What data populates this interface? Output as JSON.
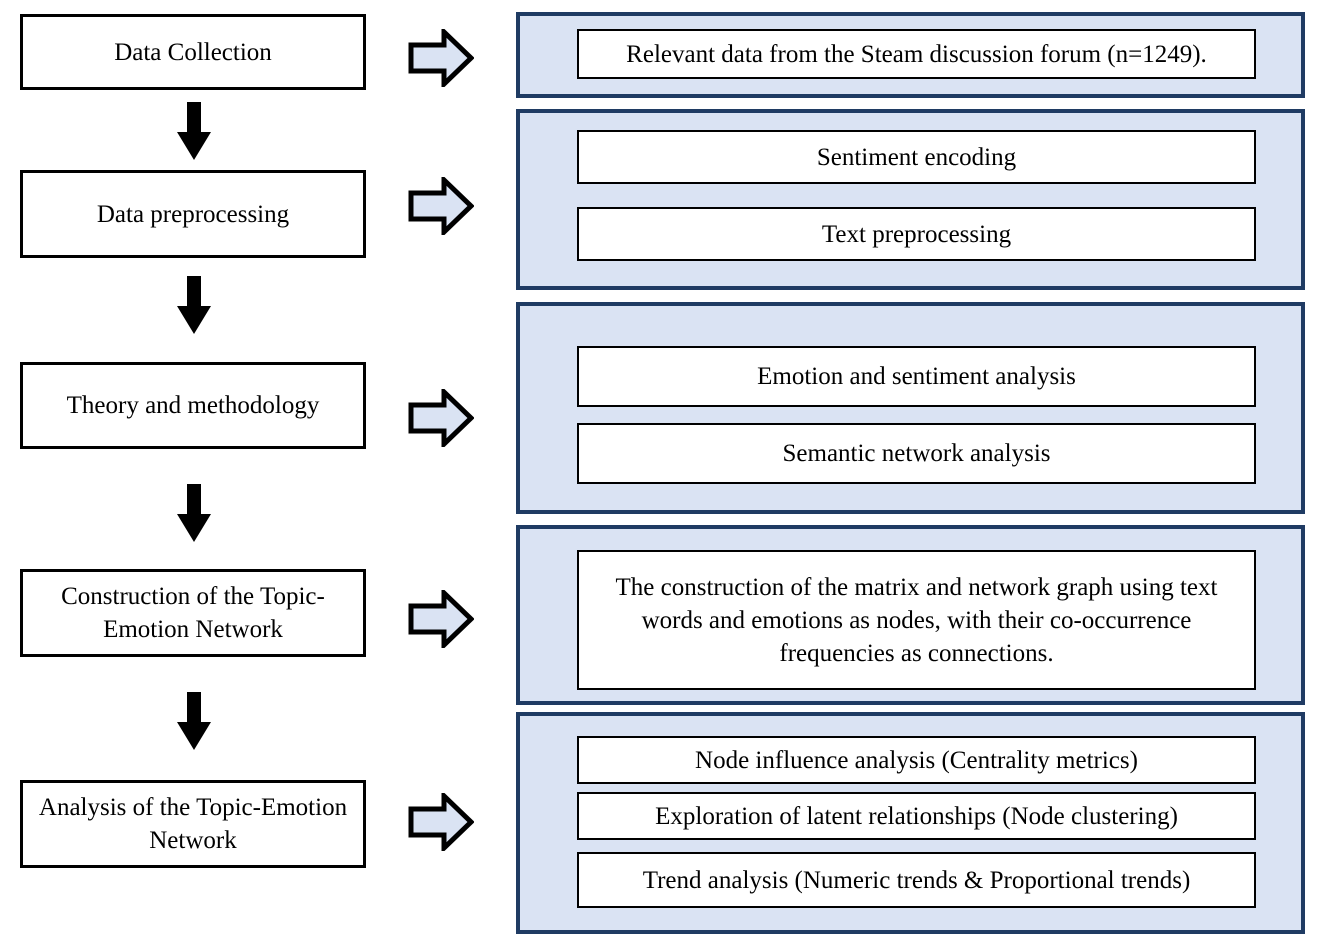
{
  "steps": {
    "data_collection": "Data Collection",
    "data_preprocessing": "Data preprocessing",
    "theory_methodology": "Theory and methodology",
    "construction": "Construction of the Topic-Emotion Network",
    "analysis": "Analysis of the Topic-Emotion Network"
  },
  "details": {
    "collection": [
      "Relevant data from the Steam discussion forum (n=1249)."
    ],
    "preprocessing": [
      "Sentiment encoding",
      "Text preprocessing"
    ],
    "theory": [
      "Emotion and sentiment analysis",
      "Semantic network analysis"
    ],
    "construction": [
      "The construction of the matrix and network graph using text words and emotions as nodes, with their co-occurrence frequencies as connections."
    ],
    "analysis": [
      "Node influence analysis (Centrality metrics)",
      "Exploration of latent relationships (Node clustering)",
      "Trend analysis (Numeric trends & Proportional trends)"
    ]
  },
  "colors": {
    "panel_fill": "#dae3f3",
    "panel_border": "#1f3b63",
    "arrow_fill": "#dae3f3",
    "box_border": "#000000"
  }
}
